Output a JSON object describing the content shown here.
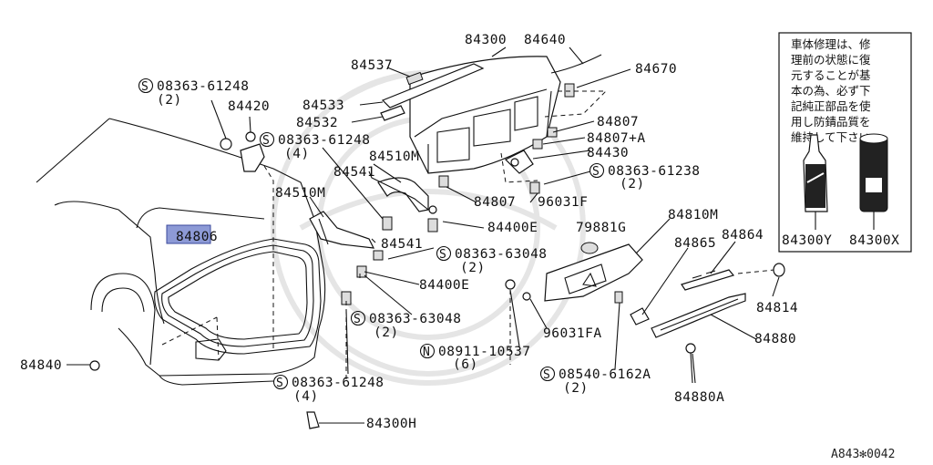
{
  "labels": {
    "p84300": "84300",
    "p84640": "84640",
    "p84537": "84537",
    "p84670": "84670",
    "s1": "08363-61248",
    "s1q": "(2)",
    "p84420": "84420",
    "p84533": "84533",
    "p84532": "84532",
    "p84807a": "84807",
    "p84807b": "84807+A",
    "s2": "08363-61248",
    "s2q": "(4)",
    "p84430": "84430",
    "p84510m1": "84510M",
    "p84541a": "84541",
    "s3": "08363-61238",
    "s3q": "(2)",
    "p84510m2": "84510M",
    "p84807c": "84807",
    "p96031f": "96031F",
    "p84400e1": "84400E",
    "p79881g": "79881G",
    "p84810m": "84810M",
    "p84806": "84806",
    "p84541b": "84541",
    "s4": "08363-63048",
    "s4q": "(2)",
    "p84865": "84865",
    "p84864": "84864",
    "p84400e2": "84400E",
    "p84814": "84814",
    "s5": "08363-63048",
    "s5q": "(2)",
    "p96031fa": "96031FA",
    "p84880": "84880",
    "n1": "08911-10537",
    "n1q": "(6)",
    "p84840": "84840",
    "s6": "08540-6162A",
    "s6q": "(2)",
    "s7": "08363-61248",
    "s7q": "(4)",
    "p84880a": "84880A",
    "p84300h": "84300H",
    "p84300y": "84300Y",
    "p84300x": "84300X"
  },
  "prefix": {
    "s": "S",
    "n": "N"
  },
  "notice": {
    "lines": [
      "車体修理は、修",
      "理前の状態に復",
      "元することが基",
      "本の為、必ず下",
      "記純正部品を使",
      "用し防錆品質を",
      "維持して下さい。"
    ]
  },
  "footer_code": "A843✻0042",
  "highlight_part": "84806"
}
